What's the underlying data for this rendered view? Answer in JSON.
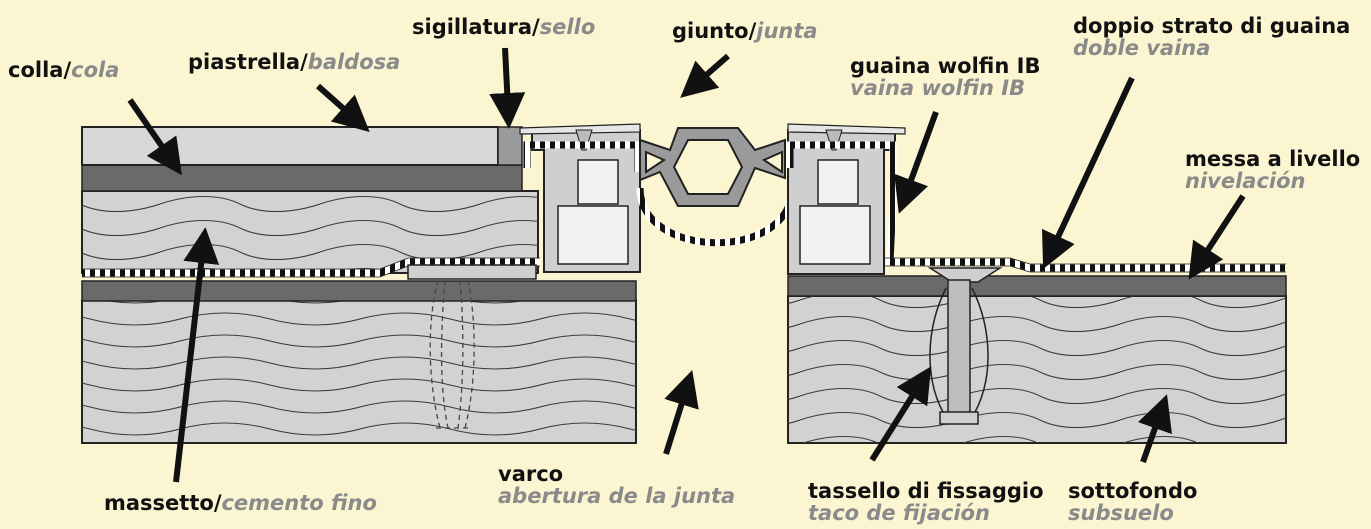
{
  "labels": {
    "colla": {
      "it": "colla",
      "es": "cola"
    },
    "piastrella": {
      "it": "piastrella",
      "es": "baldosa"
    },
    "sigillatura": {
      "it": "sigillatura",
      "es": "sello"
    },
    "giunto": {
      "it": "giunto",
      "es": "junta"
    },
    "guaina": {
      "it": "guaina wolfin IB",
      "es": "vaina wolfin IB"
    },
    "doppio": {
      "it": "doppio strato di guaina",
      "es": "doble vaina"
    },
    "messa": {
      "it": "messa a livello",
      "es": "nivelación"
    },
    "massetto": {
      "it": "massetto",
      "es": "cemento fino"
    },
    "varco": {
      "it": "varco",
      "es": "abertura de la junta"
    },
    "tassello": {
      "it": "tassello di fissaggio",
      "es": "taco de fijación"
    },
    "sottofondo": {
      "it": "sottofondo",
      "es": "subsuelo"
    }
  },
  "separator": "/",
  "colors": {
    "background": "#fbf5d2",
    "concrete": "#d2d2d2",
    "tile": "#d8d8d8",
    "adhesive": "#6a6a6a",
    "profile": "#cfcfcf",
    "outline": "#222222",
    "italic_text": "#8a8a8a"
  }
}
